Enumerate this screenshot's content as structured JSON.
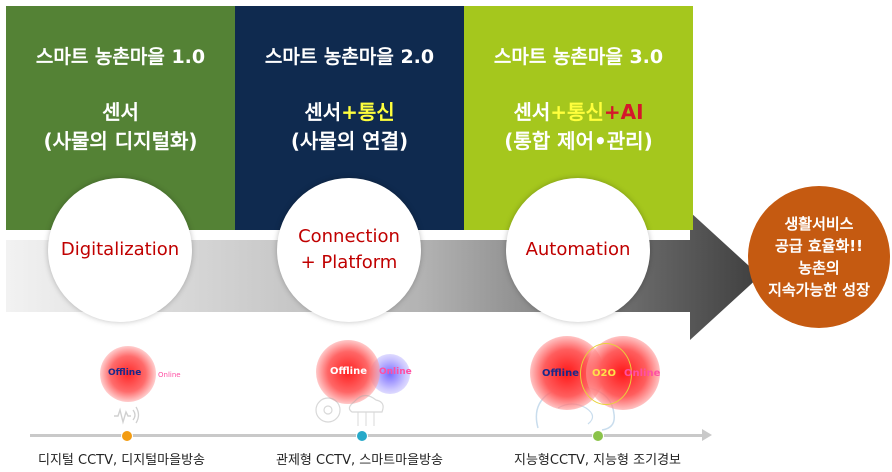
{
  "stages": [
    {
      "title": "스마트 농촌마을 1.0",
      "line1_parts": [
        "센서",
        "",
        ""
      ],
      "line2": "(사물의 디지털화)",
      "circle_lines": [
        "Digitalization"
      ],
      "caption": "디지털 CCTV, 디지털마을방송",
      "badge_main": "Offline",
      "badge_side": "Online"
    },
    {
      "title": "스마트 농촌마을 2.0",
      "line1_parts": [
        "센서",
        "+통신",
        ""
      ],
      "line2": "(사물의 연결)",
      "circle_lines": [
        "Connection",
        "+ Platform"
      ],
      "caption": "관제형 CCTV, 스마트마을방송",
      "badge_main": "Offline",
      "badge_side": "Online"
    },
    {
      "title": "스마트 농촌마을 3.0",
      "line1_parts": [
        "센서",
        "+통신",
        "+AI"
      ],
      "line2": "(통합 제어•관리)",
      "circle_lines": [
        "Automation"
      ],
      "caption": "지능형CCTV, 지능형 조기경보",
      "badge_main": "Offline",
      "badge_mid": "O2O",
      "badge_side": "Online"
    }
  ],
  "goal": {
    "lines": [
      "생활서비스",
      "공급 효율화!!",
      "농촌의",
      "지속가능한 성장"
    ]
  },
  "colors": {
    "stage1": "#548235",
    "stage2": "#0f2a4f",
    "stage3": "#a5c71d",
    "goal": "#c55a11",
    "accent_red": "#c00000",
    "accent_yellow": "#ffff3c"
  }
}
